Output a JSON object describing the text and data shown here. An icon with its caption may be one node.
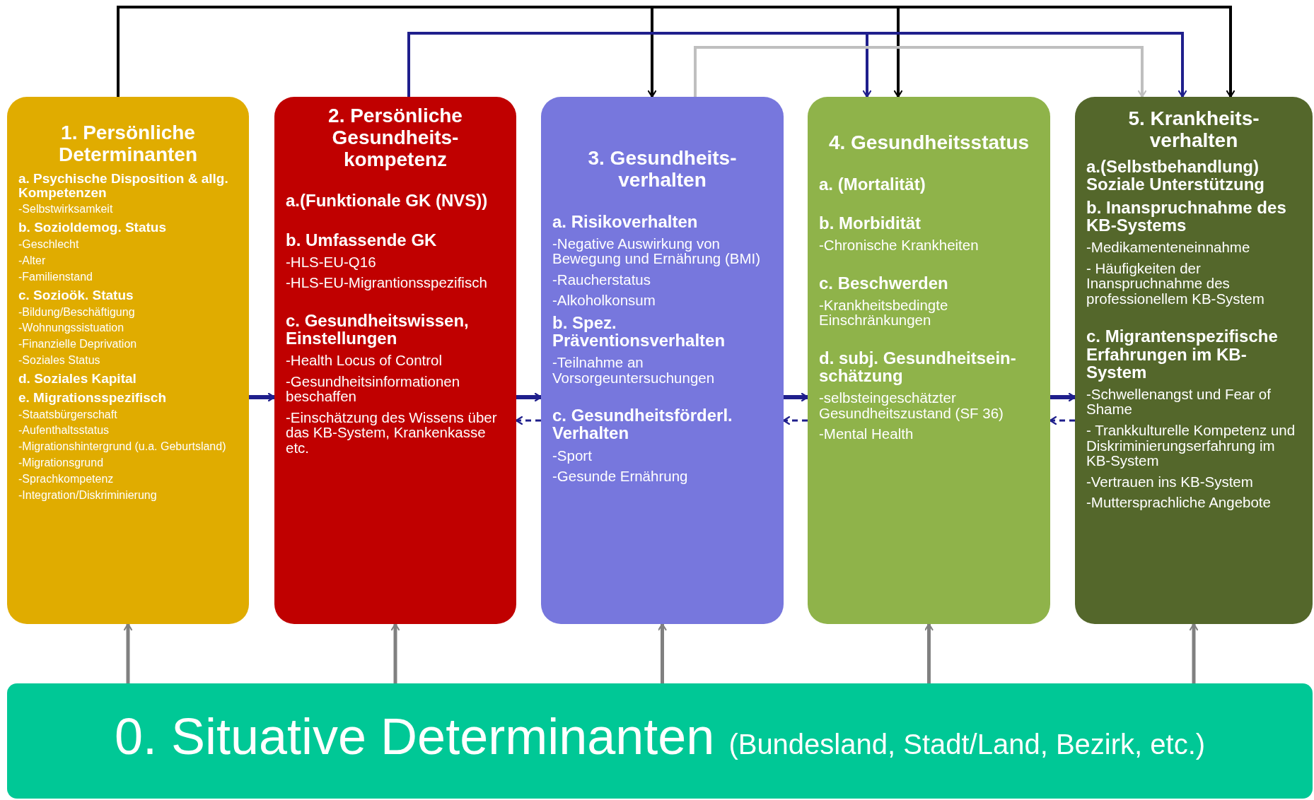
{
  "diagram": {
    "nodes": [
      {
        "text": [
          "1. Persönliche Determinanten",
          "a. Psychische Disposition & allg. Kompetenzen",
          "-Selbstwirksamkeit",
          "b. Sozioldemog. Status",
          "-Geschlecht",
          "-Alter",
          "-Familienstand",
          "c. Sozioök. Status",
          "-Bildung/Beschäftigung",
          "-Wohnungssistuation",
          "-Finanzielle Deprivation",
          "-Soziales Status",
          "d. Soziales Kapital",
          "e. Migrationsspezifisch",
          "-Staatsbürgerschaft",
          "-Aufenthaltsstatus",
          "-Migrationshintergrund (u.a. Geburtsland)",
          "-Migrationsgrund",
          "-Sprachkompetenz",
          "-Integration/Diskriminierung"
        ]
      },
      {
        "text": [
          "2. Persönliche Gesundheits-kompetenz",
          "a.(Funktionale GK (NVS))",
          "b. Umfassende GK",
          "-HLS-EU-Q16",
          "-HLS-EU-Migrantionsspezifisch",
          "c. Gesundheitswissen, Einstellungen",
          "-Health Locus of Control",
          "-Gesundheitsinformationen beschaffen",
          "-Einschätzung des Wissens über das KB-System, Krankenkasse etc."
        ]
      },
      {
        "text": [
          "3. Gesundheits-verhalten",
          "a. Risikoverhalten",
          "-Negative Auswirkung von Bewegung und Ernährung (BMI)",
          "-Raucherstatus",
          "-Alkoholkonsum",
          "b. Spez. Präventionsverhalten",
          "-Teilnahme an Vorsorgeuntersuchungen",
          "c. Gesundheitsförderl. Verhalten",
          "-Sport",
          "-Gesunde Ernährung"
        ]
      },
      {
        "text": [
          "4. Gesundheitsstatus",
          "a. (Mortalität)",
          "b. Morbidität",
          "-Chronische Krankheiten",
          "c. Beschwerden",
          "-Krankheitsbedingte Einschränkungen",
          "d. subj. Gesundheitsein-schätzung",
          "-selbsteingeschätzter Gesundheitszustand (SF 36)",
          "-Mental Health"
        ]
      },
      {
        "text": [
          "5. Krankheits-verhalten",
          "a.(Selbstbehandlung) Soziale Unterstützung",
          "b. Inanspruchnahme des KB-Systems",
          "-Medikamenteneinnahme",
          "- Häufigkeiten der Inanspruchnahme des professionellem KB-System",
          "c. Migrantenspezifische Erfahrungen im KB-System",
          "-Schwellenangst und Fear of Shame",
          "- Trankkulturelle Kompetenz und Diskriminierungserfahrung im KB-System",
          "-Vertrauen ins KB-System",
          "-Muttersprachliche Angebote"
        ]
      },
      {
        "text": [
          "0. Situative Determinanten",
          "(Bundesland, Stadt/Land, Bezirk, etc.)"
        ]
      }
    ],
    "edges": [
      {
        "from": 0,
        "to": 1,
        "arrow": "to"
      },
      {
        "from": 1,
        "to": 2,
        "arrow": "to"
      },
      {
        "from": 2,
        "to": 1,
        "arrow": "to",
        "style": "dashed"
      },
      {
        "from": 2,
        "to": 3,
        "arrow": "to"
      },
      {
        "from": 3,
        "to": 2,
        "arrow": "to",
        "style": "dashed"
      },
      {
        "from": 3,
        "to": 4,
        "arrow": "to"
      },
      {
        "from": 4,
        "to": 3,
        "arrow": "to",
        "style": "dashed"
      },
      {
        "from": 0,
        "to": 2,
        "arrow": "to",
        "color": "#000000"
      },
      {
        "from": 0,
        "to": 3,
        "arrow": "to",
        "color": "#000000"
      },
      {
        "from": 0,
        "to": 4,
        "arrow": "to",
        "color": "#000000"
      },
      {
        "from": 1,
        "to": 3,
        "arrow": "to"
      },
      {
        "from": 1,
        "to": 4,
        "arrow": "to"
      },
      {
        "from": 2,
        "to": 4,
        "arrow": "to",
        "color": "#bfbfbf"
      },
      {
        "from": 5,
        "to": 0,
        "arrow": "to",
        "color": "#808080"
      },
      {
        "from": 5,
        "to": 1,
        "arrow": "to",
        "color": "#808080"
      },
      {
        "from": 5,
        "to": 2,
        "arrow": "to",
        "color": "#808080"
      },
      {
        "from": 5,
        "to": 3,
        "arrow": "to",
        "color": "#808080"
      },
      {
        "from": 5,
        "to": 4,
        "arrow": "to",
        "color": "#808080"
      }
    ]
  }
}
